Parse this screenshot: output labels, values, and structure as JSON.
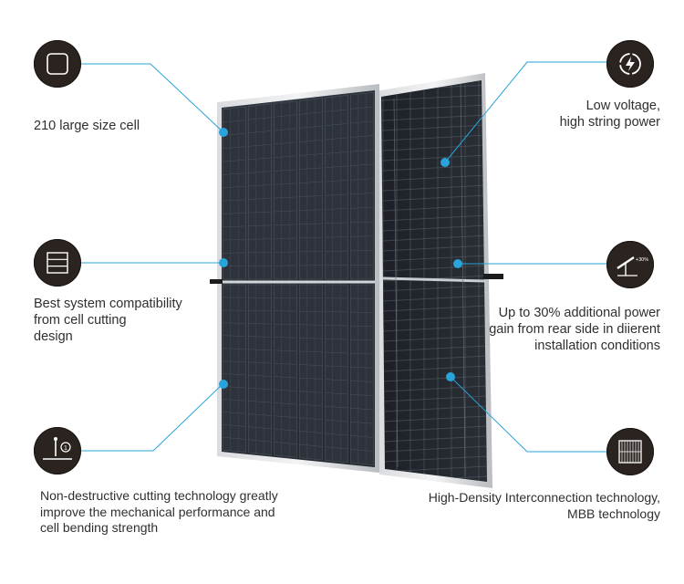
{
  "features": [
    {
      "id": "cell-size",
      "icon": "square-cell-icon",
      "lines": [
        "210 large size cell"
      ]
    },
    {
      "id": "compatibility",
      "icon": "cell-cutting-icon",
      "lines": [
        "Best system compatibility",
        "from cell cutting",
        "design"
      ]
    },
    {
      "id": "cutting",
      "icon": "cutting-tool-icon",
      "lines": [
        "Non-destructive cutting technology greatly",
        "improve the mechanical performance and",
        "cell bending strength"
      ]
    },
    {
      "id": "voltage",
      "icon": "power-icon",
      "lines": [
        "Low voltage,",
        "high string power"
      ]
    },
    {
      "id": "rear-gain",
      "icon": "tracker-icon",
      "icon_label": "+30%",
      "lines": [
        "Up to 30% additional power",
        "gain from rear side in diierent",
        "installation conditions"
      ]
    },
    {
      "id": "interconnect",
      "icon": "mbb-grid-icon",
      "lines": [
        "High-Density Interconnection technology,",
        "MBB technology"
      ]
    }
  ],
  "colors": {
    "accent": "#29a3db",
    "icon_bg": "#2a2320",
    "panel_cell": "#2b3038",
    "frame": "#c9ccd0"
  }
}
